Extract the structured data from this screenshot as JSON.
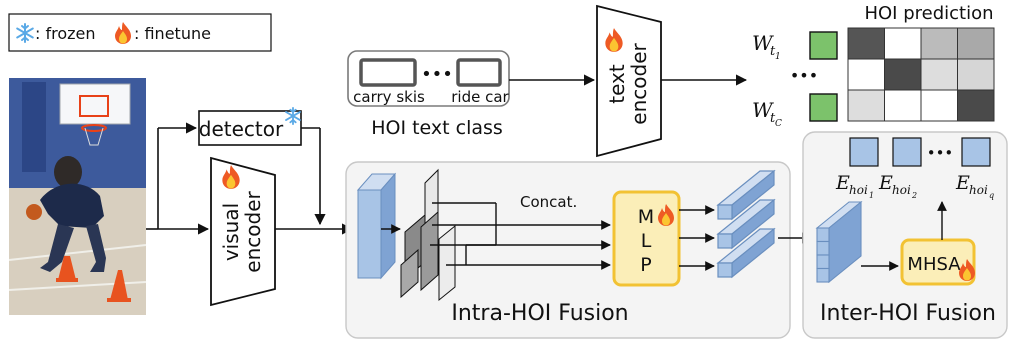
{
  "legend": {
    "frozen_label": ": frozen",
    "finetune_label": ": finetune"
  },
  "detector": {
    "label": "detector"
  },
  "visual_encoder": {
    "line1": "visual",
    "line2": "encoder"
  },
  "text_class": {
    "item_left": "carry skis",
    "ellipsis": "•••",
    "item_right": "ride car",
    "caption": "HOI text class"
  },
  "text_encoder": {
    "line1": "text",
    "line2": "encoder"
  },
  "prediction": {
    "title": "HOI prediction",
    "w_first": "W",
    "w_first_sub": "t",
    "w_first_subsub": "1",
    "w_last": "W",
    "w_last_sub": "t",
    "w_last_subsub": "C",
    "dots": "•••",
    "grid": [
      [
        "#555555",
        "#ffffff",
        "#bbbbbb",
        "#a9a9a9"
      ],
      [
        "#ffffff",
        "#4a4a4a",
        "#dddddd",
        "#d6d6d6"
      ],
      [
        "#dddddd",
        "#ffffff",
        "#ffffff",
        "#4a4a4a"
      ]
    ]
  },
  "intra": {
    "concat_label": "Concat.",
    "mlp_m": "M",
    "mlp_l": "L",
    "mlp_p": "P",
    "title": "Intra-HOI Fusion"
  },
  "inter": {
    "e1": "E",
    "e1_sub": "hoi",
    "e1_subsub": "1",
    "e2": "E",
    "e2_sub": "hoi",
    "e2_subsub": "2",
    "eq": "E",
    "eq_sub": "hoi",
    "eq_subsub": "q",
    "dots": "•••",
    "mhsa_label": "MHSA",
    "title": "Inter-HOI Fusion"
  },
  "colors": {
    "blue_fill": "#a8c4e6",
    "blue_stroke": "#6a8fbf",
    "green_fill": "#7cc26b",
    "yellow_fill": "#fbeeb8",
    "yellow_stroke": "#f2c233",
    "flame_outer": "#ee5a24",
    "flame_inner": "#fbc531",
    "snow": "#5aa9e6",
    "panel_bg": "#f4f4f4",
    "panel_stroke": "#c8c8c8"
  }
}
